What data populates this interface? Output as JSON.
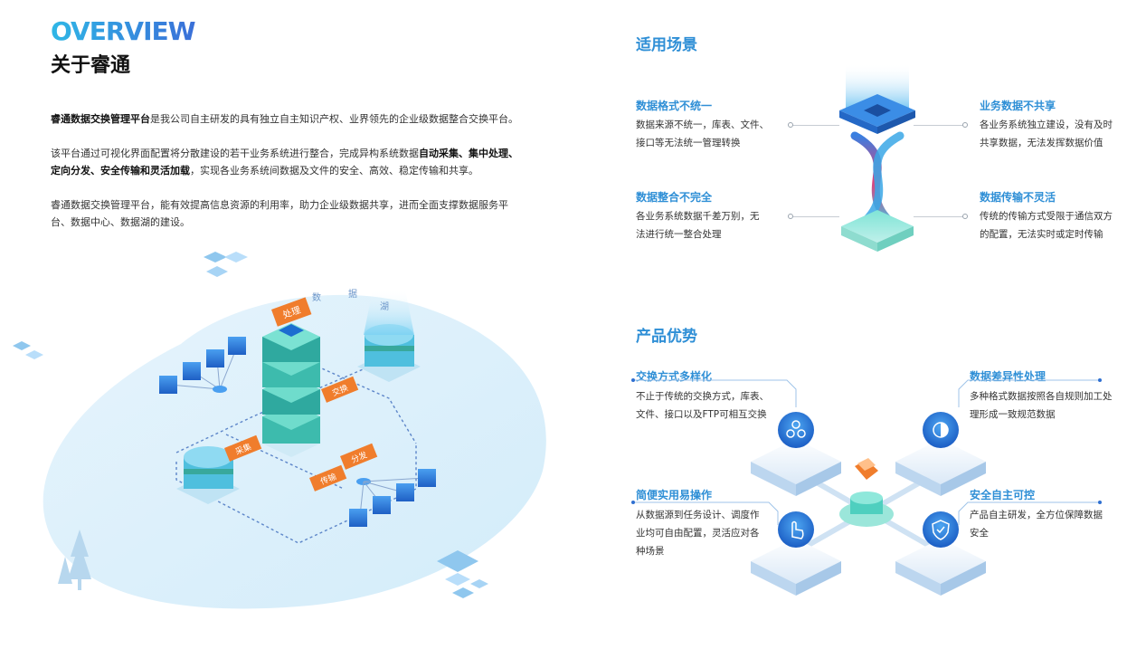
{
  "left": {
    "overview": "OVERVIEW",
    "about_title": "关于睿通",
    "p1_bold": "睿通数据交换管理平台",
    "p1_rest": "是我公司自主研发的具有独立自主知识产权、业界领先的企业级数据整合交换平台。",
    "p2_a": "该平台通过可视化界面配置将分散建设的若干业务系统进行整合，完成异构系统数据",
    "p2_bold1": "自动采集、集中处理、定向分发、安全传输和灵活加载",
    "p2_b": "，实现各业务系统间数据及文件的安全、高效、稳定传输和共享。",
    "p3": "睿通数据交换管理平台，能有效提高信息资源的利用率，助力企业级数据共享，进而全面支撑数据服务平台、数据中心、数据湖的建设。",
    "illus_labels": {
      "lake1": "数",
      "lake2": "据",
      "lake3": "湖",
      "process": "处理",
      "exchange": "交换",
      "collect": "采集",
      "distribute": "分发",
      "transfer": "传输"
    }
  },
  "scenarios": {
    "title": "适用场景",
    "items": [
      {
        "title": "数据格式不统一",
        "desc1": "数据来源不统一，库表、文件、",
        "desc2": "接口等无法统一管理转换"
      },
      {
        "title": "业务数据不共享",
        "desc1": "各业务系统独立建设，没有及时",
        "desc2": "共享数据，无法发挥数据价值"
      },
      {
        "title": "数据整合不完全",
        "desc1": "各业务系统数据千差万别，无",
        "desc2": "法进行统一整合处理"
      },
      {
        "title": "数据传输不灵活",
        "desc1": "传统的传输方式受限于通信双方",
        "desc2": "的配置，无法实时或定时传输"
      }
    ]
  },
  "advantages": {
    "title": "产品优势",
    "items": [
      {
        "title": "交换方式多样化",
        "desc1": "不止于传统的交换方式，库表、",
        "desc2": "文件、接口以及FTP可相互交换",
        "desc3": ""
      },
      {
        "title": "数据差异性处理",
        "desc1": "多种格式数据按照各自规则加工处",
        "desc2": "理形成一致规范数据",
        "desc3": ""
      },
      {
        "title": "简便实用易操作",
        "desc1": "从数据源到任务设计、调度作",
        "desc2": "业均可自由配置，灵活应对各",
        "desc3": "种场景"
      },
      {
        "title": "安全自主可控",
        "desc1": "产品自主研发，全方位保障数据",
        "desc2": "安全",
        "desc3": ""
      }
    ]
  },
  "colors": {
    "accent_blue": "#2f8fd6",
    "orange": "#f07d2c",
    "teal": "#3fc3b5"
  }
}
